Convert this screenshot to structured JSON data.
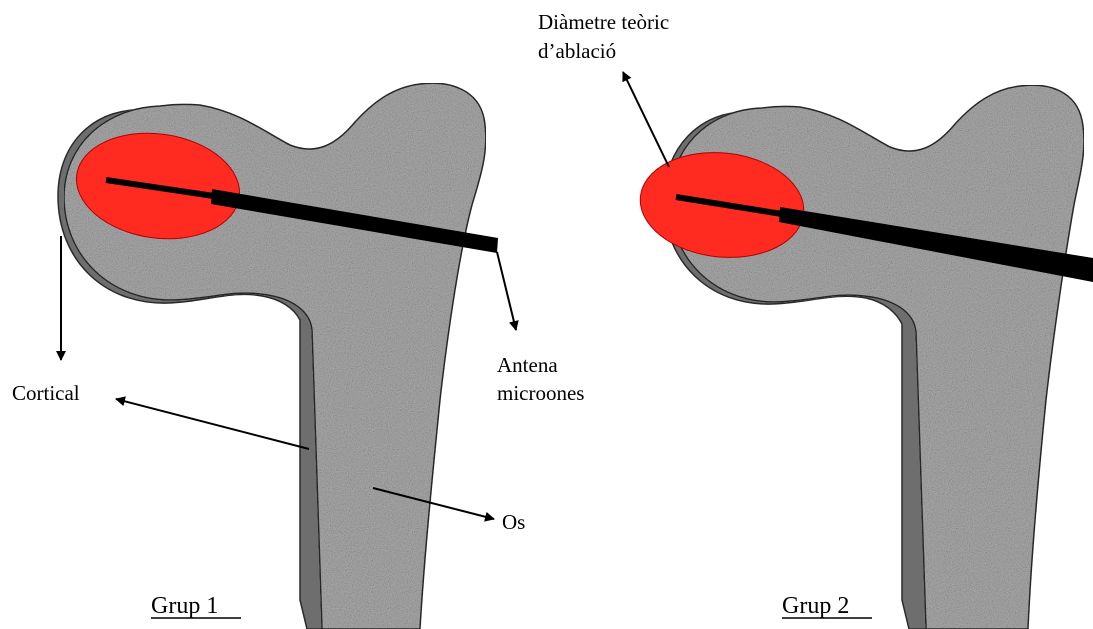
{
  "labels": {
    "cortical": "Cortical",
    "os": "Os",
    "antena_line1": "Antena",
    "antena_line2": "microones",
    "diametre_line1": "Diàmetre teòric",
    "diametre_line2": "d’ablació"
  },
  "groups": {
    "group1": "Grup 1",
    "group2": "Grup 2"
  },
  "colors": {
    "ablation_zone": "#ff2a20",
    "bone_fill": "#a9a9a9",
    "cortical_fill": "#6e6e6e",
    "antenna": "#000000"
  }
}
